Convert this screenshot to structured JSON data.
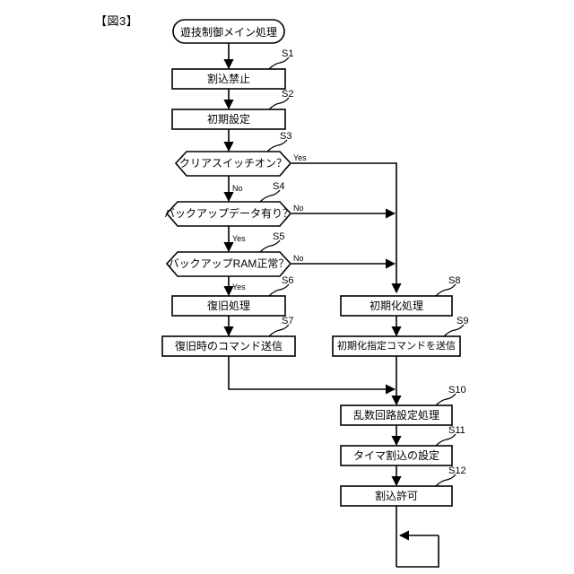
{
  "figure": {
    "label": "【図3】"
  },
  "flowchart": {
    "title": "遊技制御メイン処理",
    "start_node": {
      "name": "start-terminator",
      "text": "遊技制御メイン処理"
    },
    "steps": [
      {
        "id": "S1",
        "text": "割込禁止",
        "shape": "process"
      },
      {
        "id": "S2",
        "text": "初期設定",
        "shape": "process"
      },
      {
        "id": "S3",
        "text": "クリアスイッチオン？",
        "shape": "decision"
      },
      {
        "id": "S4",
        "text": "バックアップデータ有り？",
        "shape": "decision"
      },
      {
        "id": "S5",
        "text": "バックアップRAM正常？",
        "shape": "decision"
      },
      {
        "id": "S6",
        "text": "復旧処理",
        "shape": "process"
      },
      {
        "id": "S7",
        "text": "復旧時のコマンド送信",
        "shape": "process"
      },
      {
        "id": "S8",
        "text": "初期化処理",
        "shape": "process"
      },
      {
        "id": "S9",
        "text": "初期化指定コマンドを送信",
        "shape": "process"
      },
      {
        "id": "S10",
        "text": "乱数回路設定処理",
        "shape": "process"
      },
      {
        "id": "S11",
        "text": "タイマ割込の設定",
        "shape": "process"
      },
      {
        "id": "S12",
        "text": "割込許可",
        "shape": "process"
      }
    ],
    "branch_labels": {
      "s3_yes": "Yes",
      "s3_no": "No",
      "s4_yes": "Yes",
      "s4_no": "No",
      "s5_yes": "Yes",
      "s5_no": "No"
    },
    "colors": {
      "stroke": "#000000",
      "fill": "#ffffff",
      "background": "#ffffff"
    }
  }
}
